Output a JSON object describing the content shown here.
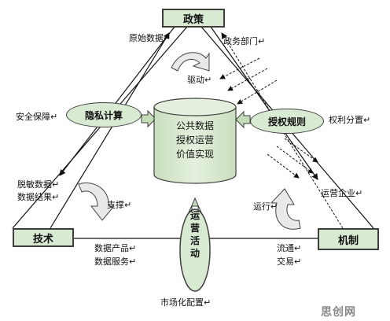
{
  "nodes": {
    "policy": "政策",
    "technology": "技术",
    "mechanism": "机制",
    "privacy_computing": "隐私计算",
    "authorization_rules": "授权规则",
    "operation_activity": "运营活动"
  },
  "center": {
    "line1": "公共数据",
    "line2": "授权运营",
    "line3": "价值实现"
  },
  "labels": {
    "raw_data": "原始数据↵",
    "gov_dept": "政务部门↵",
    "drive": "驱动↵",
    "security": "安全保障↵",
    "rights": "权利分置↵",
    "desensitized_1": "脱敏数据↵",
    "desensitized_2": "数据结果↵",
    "support": "支撑↵",
    "operating_company": "运营企业↵",
    "run": "运行↵",
    "products_1": "数据产品↵",
    "products_2": "数据服务↵",
    "circulation_1": "流通↵",
    "circulation_2": "交易↵",
    "market_config": "市场化配置↵"
  },
  "watermark": "思创网",
  "colors": {
    "node_fill": "#d9ead3",
    "border": "#3e3e3e",
    "arrow_fill": "#c4dcb8"
  }
}
